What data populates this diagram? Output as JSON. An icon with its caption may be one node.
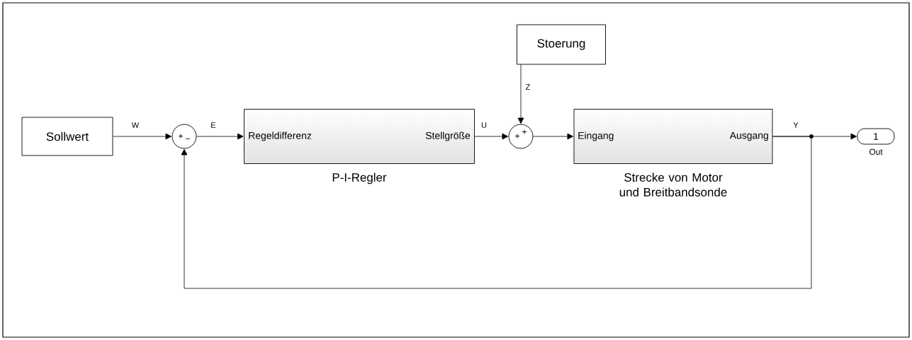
{
  "diagram": {
    "nodes": [
      {
        "text": [
          "Sollwert"
        ]
      },
      {
        "text": [
          "+",
          "−"
        ]
      },
      {
        "text": [
          "Regeldifferenz",
          "Stellgröße",
          "P-I-Regler"
        ]
      },
      {
        "text": [
          "Stoerung"
        ]
      },
      {
        "text": [
          "+",
          "+"
        ]
      },
      {
        "text": [
          "Eingang",
          "Ausgang",
          "Strecke von Motor und Breitbandsonde"
        ]
      },
      {
        "text": [
          "1"
        ],
        "beside": [
          "Out"
        ]
      }
    ],
    "edges": [
      {
        "from": 0,
        "to": 1,
        "arrow": "to",
        "label": "W"
      },
      {
        "from": 1,
        "to": 2,
        "arrow": "to",
        "label": "E"
      },
      {
        "from": 2,
        "to": 4,
        "arrow": "to",
        "label": "U"
      },
      {
        "from": 3,
        "to": 4,
        "arrow": "to",
        "label": "Z"
      },
      {
        "from": 4,
        "to": 5,
        "arrow": "to"
      },
      {
        "from": 5,
        "to": 6,
        "arrow": "to",
        "label": "Y"
      },
      {
        "from": 5,
        "to": 1,
        "arrow": "to"
      }
    ]
  }
}
